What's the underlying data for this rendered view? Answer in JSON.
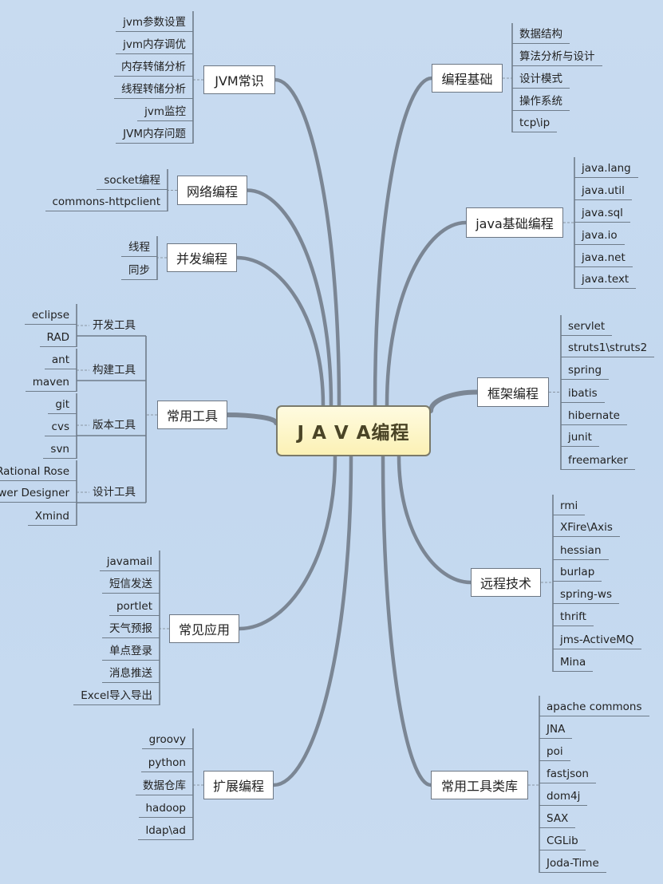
{
  "center": {
    "label": "J A V A编程"
  },
  "branches": [
    {
      "label": "JVM常识",
      "leaves": [
        "jvm参数设置",
        "jvm内存调优",
        "内存转储分析",
        "线程转储分析",
        "jvm监控",
        "JVM内存问题"
      ]
    },
    {
      "label": "网络编程",
      "leaves": [
        "socket编程",
        "commons-httpclient"
      ]
    },
    {
      "label": "并发编程",
      "leaves": [
        "线程",
        "同步"
      ]
    },
    {
      "label": "常用工具",
      "groups": [
        {
          "label": "开发工具",
          "leaves": [
            "eclipse",
            "RAD"
          ]
        },
        {
          "label": "构建工具",
          "leaves": [
            "ant",
            "maven"
          ]
        },
        {
          "label": "版本工具",
          "leaves": [
            "git",
            "cvs",
            "svn"
          ]
        },
        {
          "label": "设计工具",
          "leaves": [
            "Rational Rose",
            "Power Designer",
            "Xmind"
          ]
        }
      ]
    },
    {
      "label": "常见应用",
      "leaves": [
        "javamail",
        "短信发送",
        "portlet",
        "天气预报",
        "单点登录",
        "消息推送",
        "Excel导入导出"
      ]
    },
    {
      "label": "扩展编程",
      "leaves": [
        "groovy",
        "python",
        "数据仓库",
        "hadoop",
        "ldap\\ad"
      ]
    },
    {
      "label": "编程基础",
      "leaves": [
        "数据结构",
        "算法分析与设计",
        "设计模式",
        "操作系统",
        "tcp\\ip"
      ]
    },
    {
      "label": "java基础编程",
      "leaves": [
        "java.lang",
        "java.util",
        "java.sql",
        "java.io",
        "java.net",
        "java.text"
      ]
    },
    {
      "label": "框架编程",
      "leaves": [
        "servlet",
        "struts1\\struts2",
        "spring",
        "ibatis",
        "hibernate",
        "junit",
        "freemarker"
      ]
    },
    {
      "label": "远程技术",
      "leaves": [
        "rmi",
        "XFire\\Axis",
        "hessian",
        "burlap",
        "spring-ws",
        "thrift",
        "jms-ActiveMQ",
        "Mina"
      ]
    },
    {
      "label": "常用工具类库",
      "leaves": [
        "apache commons",
        "JNA",
        "poi",
        "fastjson",
        "dom4j",
        "SAX",
        "CGLib",
        "Joda-Time"
      ]
    }
  ],
  "colors": {
    "background": "#c5d9ef",
    "branch_line": "#7b8694",
    "center_fill": "#fbf1b5"
  }
}
